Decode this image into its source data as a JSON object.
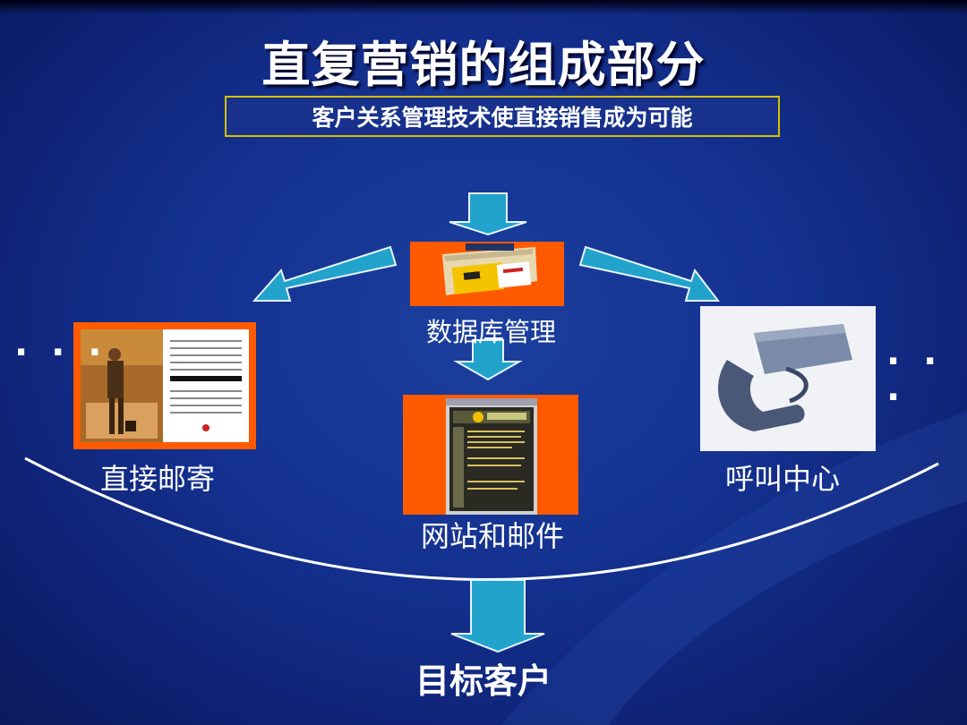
{
  "slide": {
    "title": "直复营销的组成部分",
    "subtitle": "客户关系管理技术使直接销售成为可能"
  },
  "components": {
    "database": "数据库管理",
    "direct_mail": "直接邮寄",
    "web_email": "网站和邮件",
    "call_center": "呼叫中心",
    "target": "目标客户"
  },
  "ellipsis_left": "· · ·",
  "ellipsis_right": "· · ·",
  "colors": {
    "arrow_fill": "#21a3cc",
    "arrow_stroke": "#e8f4ff",
    "orange_panel": "#ff5a00",
    "subtitle_border": "#d8c000",
    "background": "#143190"
  }
}
